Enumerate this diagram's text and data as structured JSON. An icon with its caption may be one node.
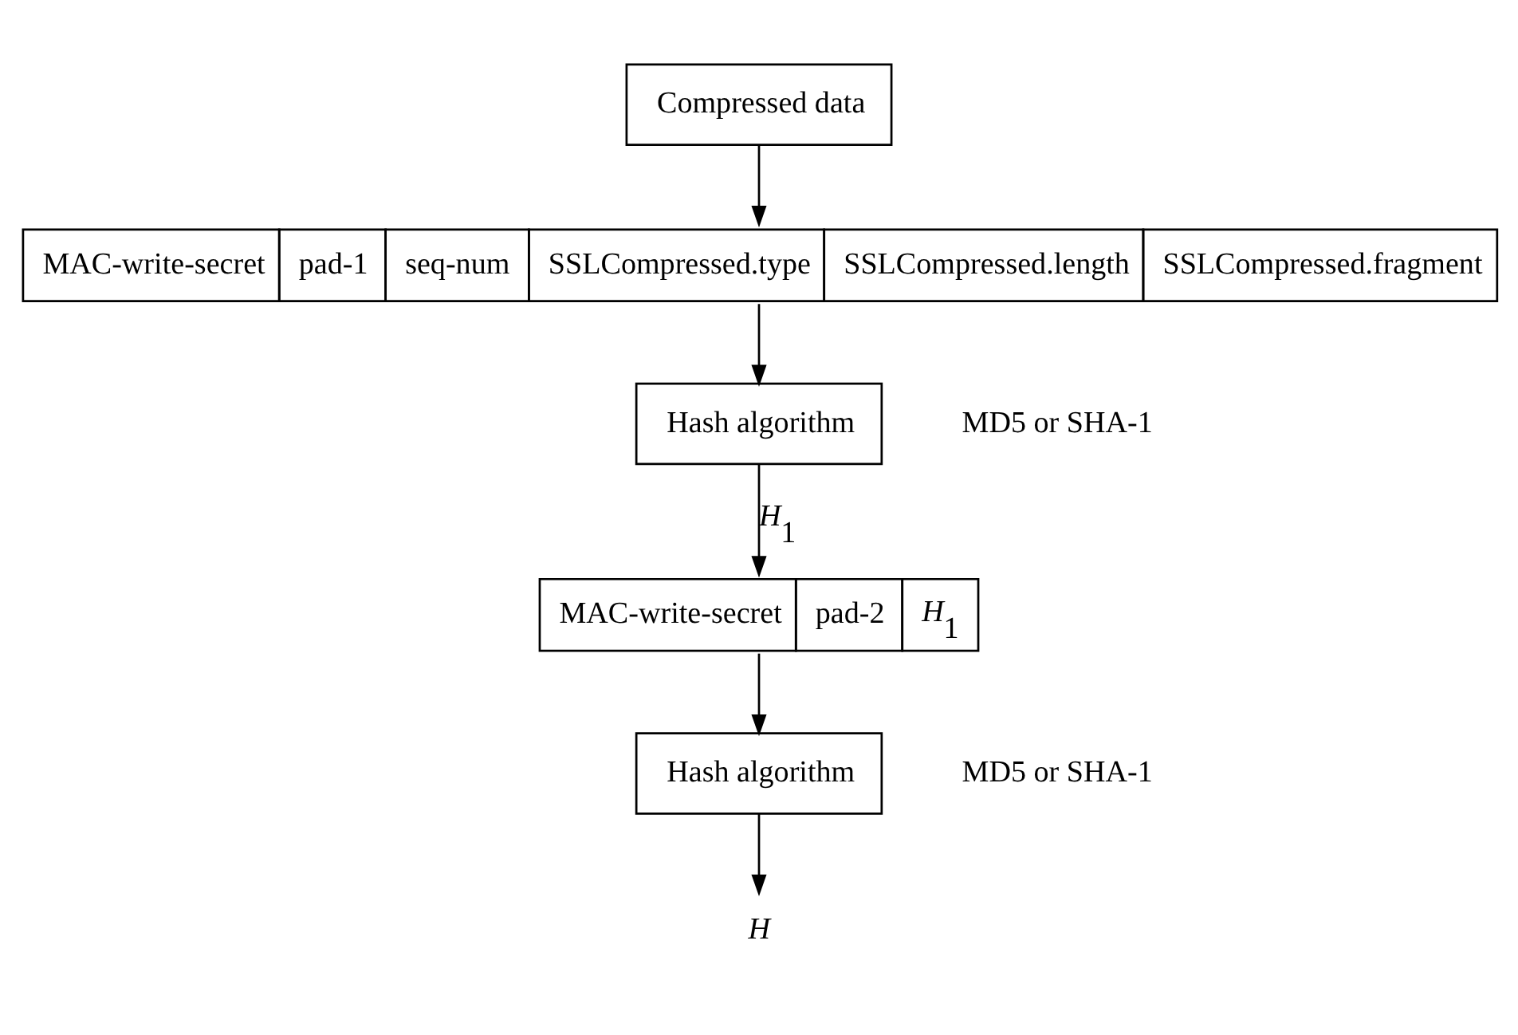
{
  "diagram": {
    "nodes": [
      {
        "text": [
          "Compressed data"
        ]
      },
      {
        "text": [
          "MAC-write-secret",
          "pad-1",
          "seq-num",
          "SSLCompressed.type",
          "SSLCompressed.length",
          "SSLCompressed.fragment"
        ]
      },
      {
        "text": [
          "Hash algorithm"
        ],
        "beside": [
          "MD5 or SHA-1"
        ]
      },
      {
        "text": [
          "MAC-write-secret",
          "pad-2",
          "*H*$_{1}$"
        ]
      },
      {
        "text": [
          "Hash algorithm"
        ],
        "beside": [
          "MD5 or SHA-1"
        ]
      },
      {
        "text": [
          "*H*"
        ]
      }
    ],
    "edges": [
      {
        "from": 0,
        "to": 1,
        "arrow": "to"
      },
      {
        "from": 1,
        "to": 2,
        "arrow": "to"
      },
      {
        "from": 2,
        "to": 3,
        "arrow": "to",
        "label": "*H*$_{1}$"
      },
      {
        "from": 3,
        "to": 4,
        "arrow": "to"
      },
      {
        "from": 4,
        "to": 5,
        "arrow": "to"
      }
    ]
  }
}
